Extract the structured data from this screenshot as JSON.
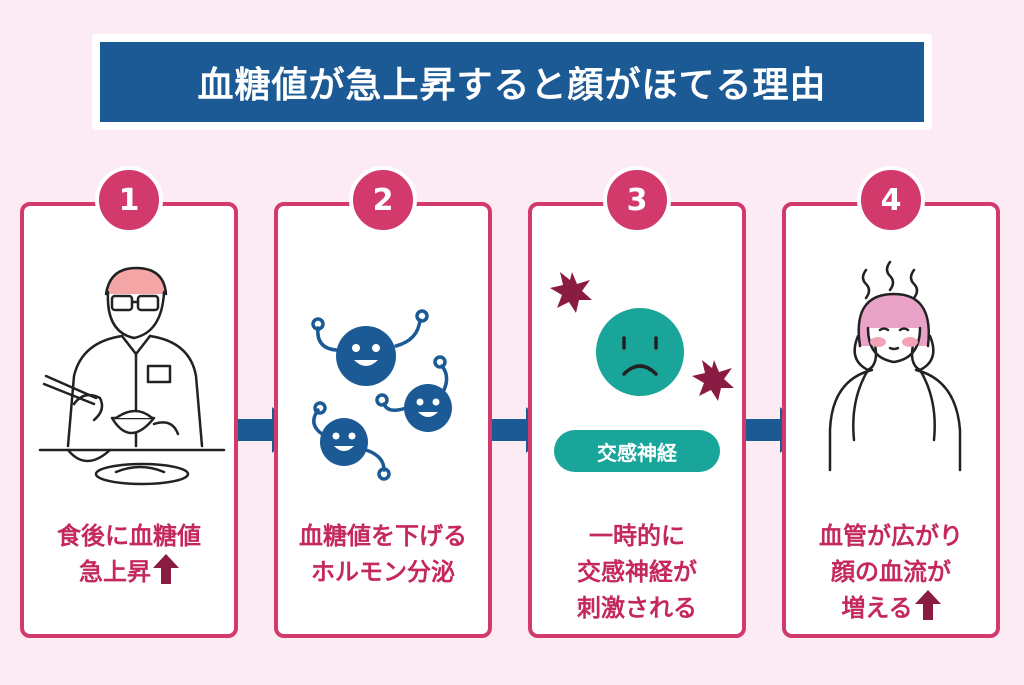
{
  "title": "血糖値が急上昇すると顔がほてる理由",
  "colors": {
    "accent": "#d23a6c",
    "navy": "#1b5a95",
    "teal": "#1aa59a",
    "maroon": "#8a1c44"
  },
  "steps": [
    {
      "number": "1",
      "lines": [
        "食後に血糖値",
        "急上昇"
      ],
      "icon": "man-eating-rice-illustration"
    },
    {
      "number": "2",
      "lines": [
        "血糖値を下げる",
        "ホルモン分泌"
      ],
      "icon": "hormone-molecules-illustration"
    },
    {
      "number": "3",
      "lines": [
        "一時的に",
        "交感神経が",
        "刺激される"
      ],
      "tag": "交感神経",
      "icon": "sad-face-illustration"
    },
    {
      "number": "4",
      "lines": [
        "血管が広がり",
        "顔の血流が",
        "増える"
      ],
      "icon": "flushed-woman-illustration"
    }
  ]
}
